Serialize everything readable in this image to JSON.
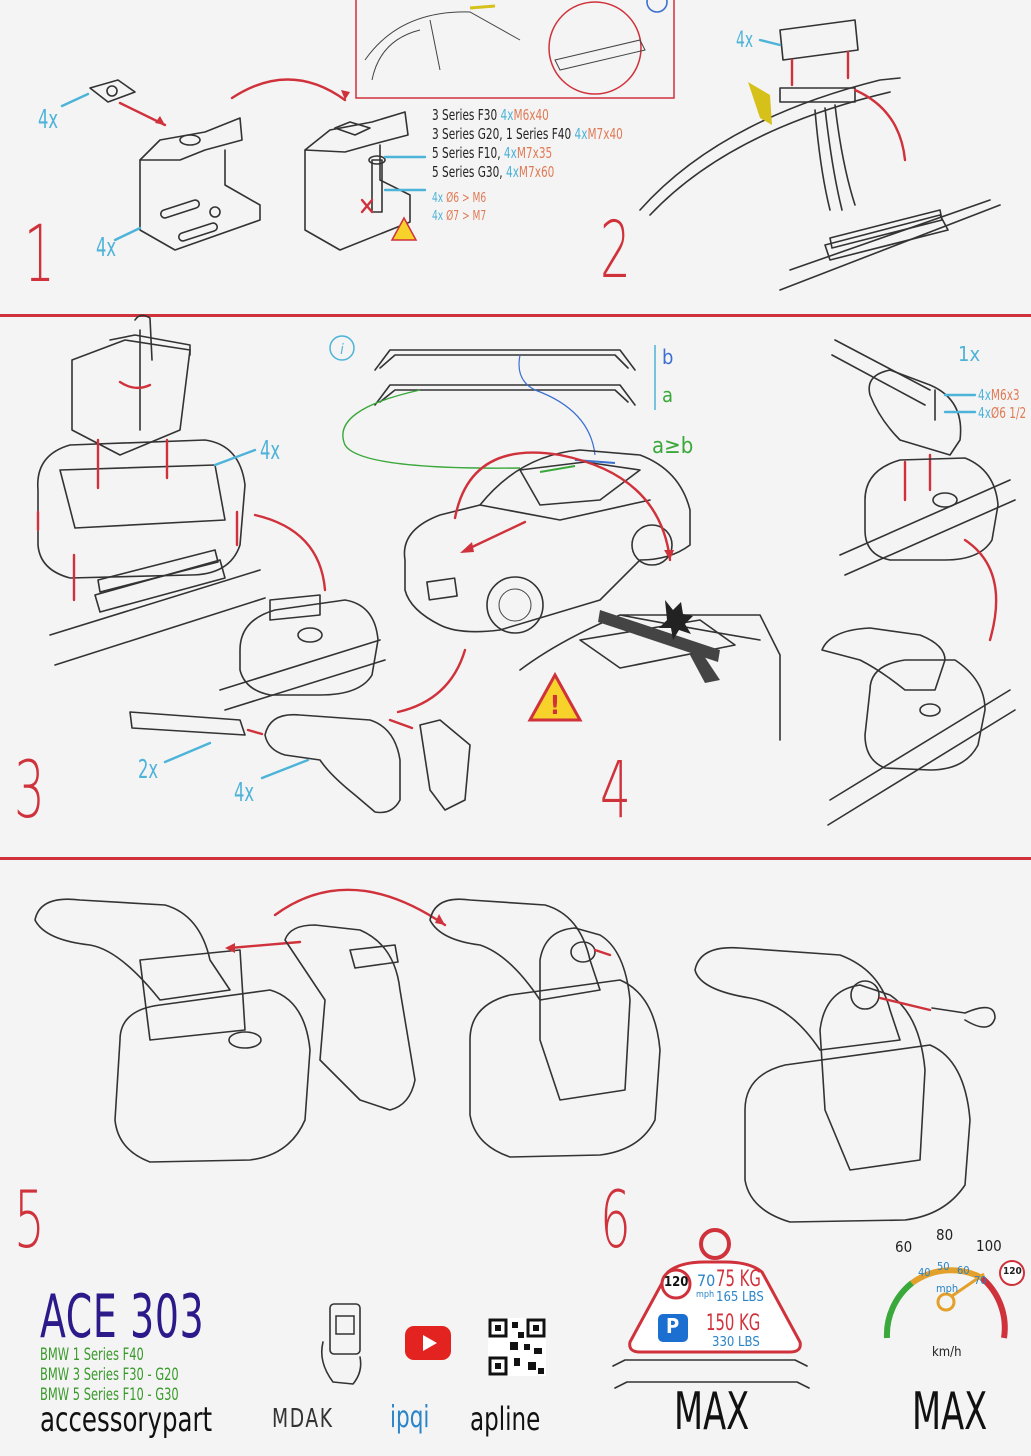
{
  "steps": {
    "s1": "1",
    "s2": "2",
    "s3": "3",
    "s4": "4",
    "s5": "5",
    "s6": "6"
  },
  "step1": {
    "clip_count": "4x",
    "bracket_count": "4x",
    "bolt_specs": [
      {
        "model": "3 Series F30",
        "count": "4x",
        "size": "M6x40"
      },
      {
        "model": "3 Series G20, 1 Series F40",
        "count": "4x",
        "size": "M7x40"
      },
      {
        "model": "5 Series F10,",
        "count": "4x",
        "size": "M7x35"
      },
      {
        "model": "5 Series G30,",
        "count": "4x",
        "size": "M7x60"
      }
    ],
    "washers": [
      {
        "count": "4x",
        "text": "Ø6 > M6"
      },
      {
        "count": "4x",
        "text": "Ø7 > M7"
      }
    ]
  },
  "step2": {
    "count": "4x"
  },
  "step3": {
    "bracket_count": "4x",
    "cap_count": "2x",
    "cover_count": "4x"
  },
  "info_panel": {
    "label_b": "b",
    "label_a": "a",
    "rule": "a≥b"
  },
  "step4_right": {
    "key_count": "1x",
    "bolt_count": "4x",
    "bolt_size": "M6x3",
    "washer_count": "4x",
    "washer_size": "Ø6 1/2"
  },
  "product": {
    "title": "ACE 303",
    "models": [
      "BMW 1 Series F40",
      "BMW 3 Series F30 - G20",
      "BMW 5 Series F10 - G30"
    ],
    "brand": "accessorypart",
    "logos": {
      "mdak": "MDAK",
      "ipqi": "ipqi",
      "apline": "apline"
    }
  },
  "load": {
    "speed": "120",
    "speed_unit": "mph",
    "speed_mph": "70",
    "dynamic_kg": "75 KG",
    "dynamic_lbs": "165 LBS",
    "parking": "P",
    "static_kg": "150 KG",
    "static_lbs": "330 LBS",
    "max": "MAX"
  },
  "speedo": {
    "outer": [
      "60",
      "80",
      "100"
    ],
    "inner": [
      "40",
      "50",
      "60",
      "70"
    ],
    "unit_mph": "mph",
    "unit_kmh": "km/h",
    "limit": "120",
    "max": "MAX"
  },
  "colors": {
    "accent_red": "#d0323c",
    "blue": "#4db3d8",
    "title": "#2c1a8a",
    "models": "#3a9a2c",
    "orange": "#e07a55"
  }
}
